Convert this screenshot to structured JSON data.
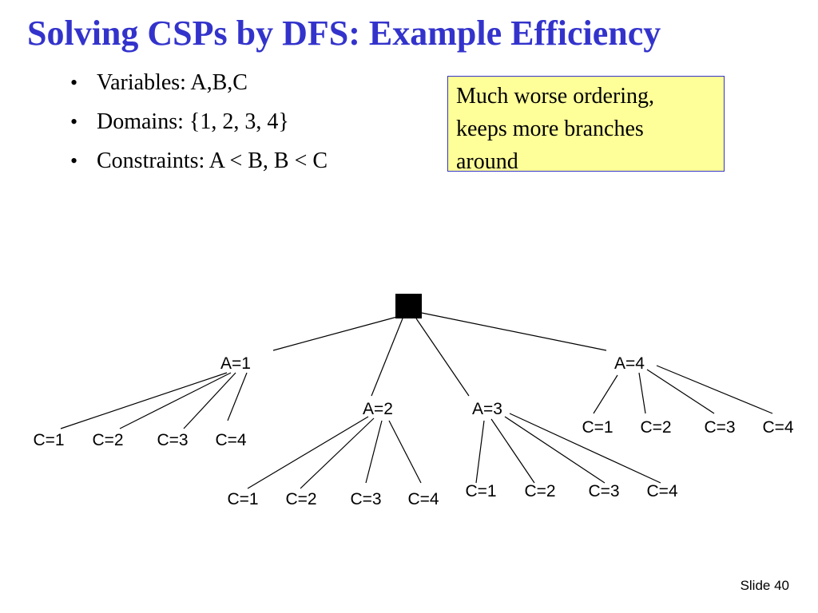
{
  "title": "Solving CSPs by DFS: Example Efficiency",
  "bullets": [
    {
      "symbol": "•",
      "text": "Variables: A,B,C"
    },
    {
      "symbol": "•",
      "text": "Domains: {1, 2, 3, 4}"
    },
    {
      "symbol": "•",
      "text": "Constraints: A < B, B < C"
    }
  ],
  "note": {
    "lines": [
      "Much worse ordering,",
      "keeps more branches",
      "around"
    ]
  },
  "tree": {
    "a_labels": [
      "A=1",
      "A=2",
      "A=3",
      "A=4"
    ],
    "c_labels": [
      "C=1",
      "C=2",
      "C=3",
      "C=4"
    ]
  },
  "footer": {
    "slide_number": "Slide 40"
  }
}
